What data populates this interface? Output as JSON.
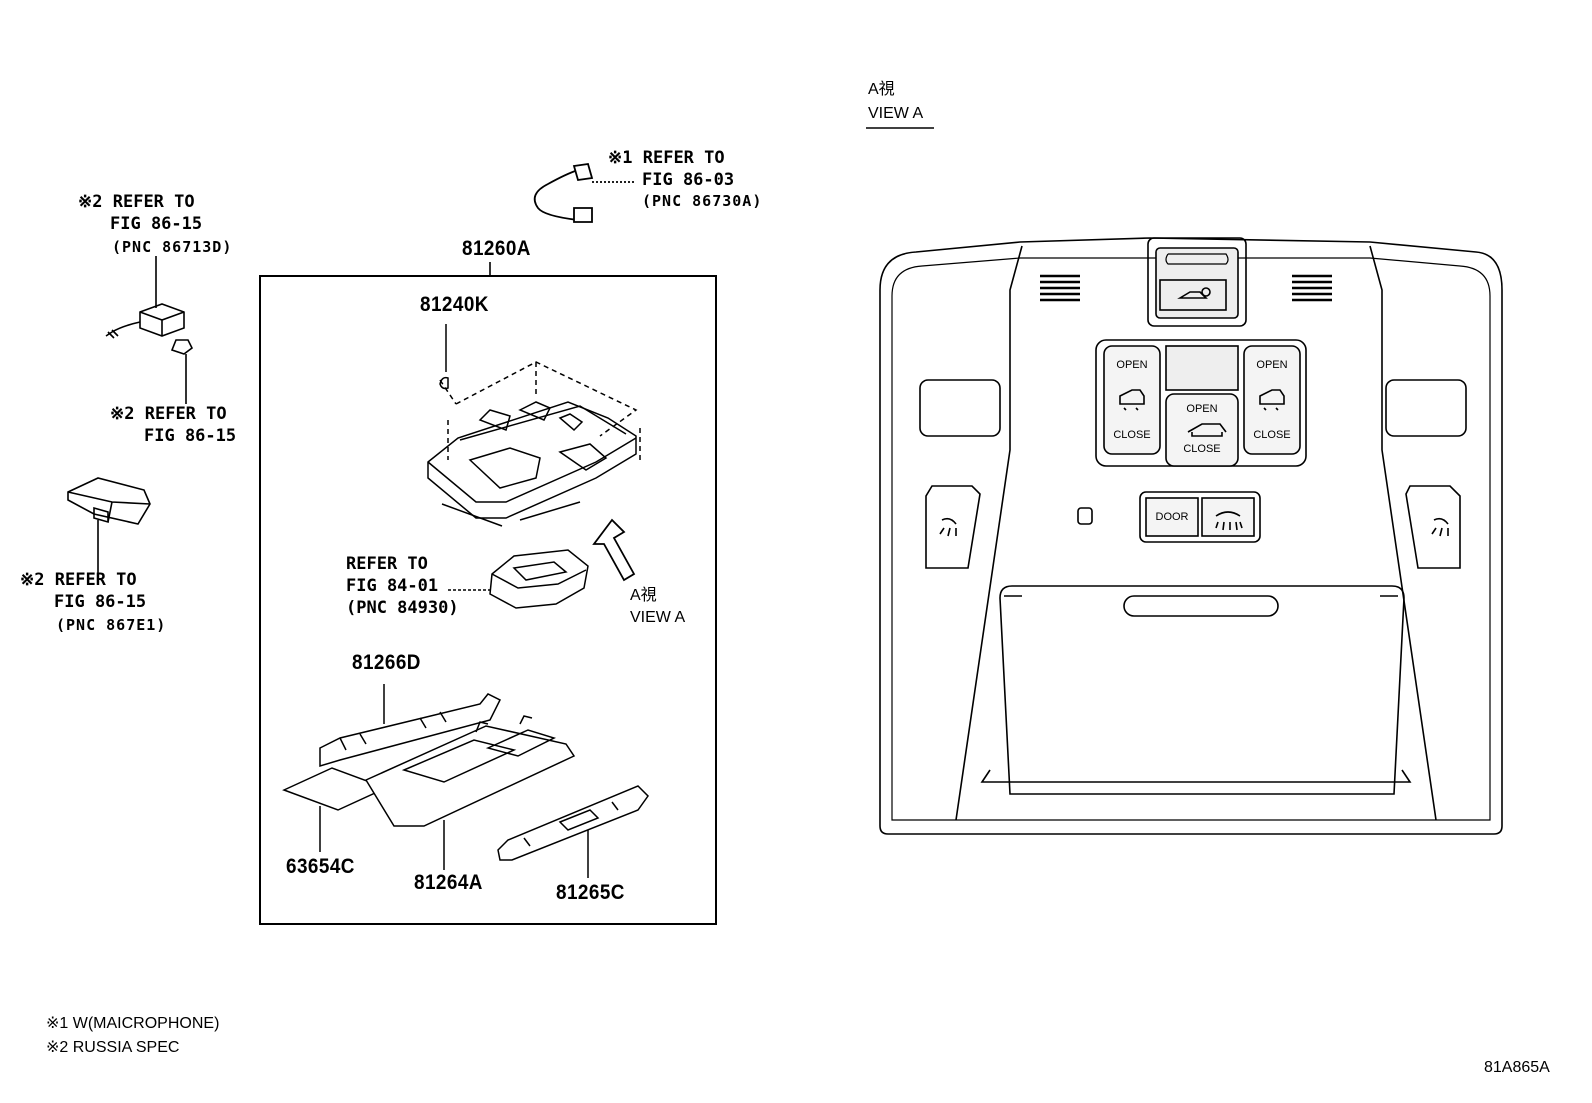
{
  "parts": {
    "p81260A": "81260A",
    "p81240K": "81240K",
    "p81266D": "81266D",
    "p63654C": "63654C",
    "p81264A": "81264A",
    "p81265C": "81265C"
  },
  "refs": {
    "mic": {
      "mark": "※1",
      "line1": "REFER TO",
      "line2": "FIG 86-03",
      "line3": "(PNC 86730A)"
    },
    "conn": {
      "mark": "※2",
      "line1": "REFER TO",
      "line2": "FIG 86-15",
      "line3": "(PNC 86713D)"
    },
    "clip": {
      "mark": "※2",
      "line1": "REFER TO",
      "line2": "FIG 86-15"
    },
    "module": {
      "mark": "※2",
      "line1": "REFER TO",
      "line2": "FIG 86-15",
      "line3": "(PNC 867E1)"
    },
    "lamp": {
      "line1": "REFER TO",
      "line2": "FIG 84-01",
      "line3": "(PNC 84930)"
    }
  },
  "view_a": {
    "arrow_kanji": "A視",
    "arrow_label": "VIEW A",
    "title_kanji": "A視",
    "title_label": "VIEW A"
  },
  "console": {
    "left_switch": {
      "top": "OPEN",
      "bottom": "CLOSE"
    },
    "center_switch": {
      "top": "OPEN",
      "bottom": "CLOSE"
    },
    "right_switch": {
      "top": "OPEN",
      "bottom": "CLOSE"
    },
    "door_button": "DOOR"
  },
  "notes": {
    "note1": "※1 W(MAICROPHONE)",
    "note2": "※2 RUSSIA SPEC"
  },
  "figure_code": "81A865A"
}
